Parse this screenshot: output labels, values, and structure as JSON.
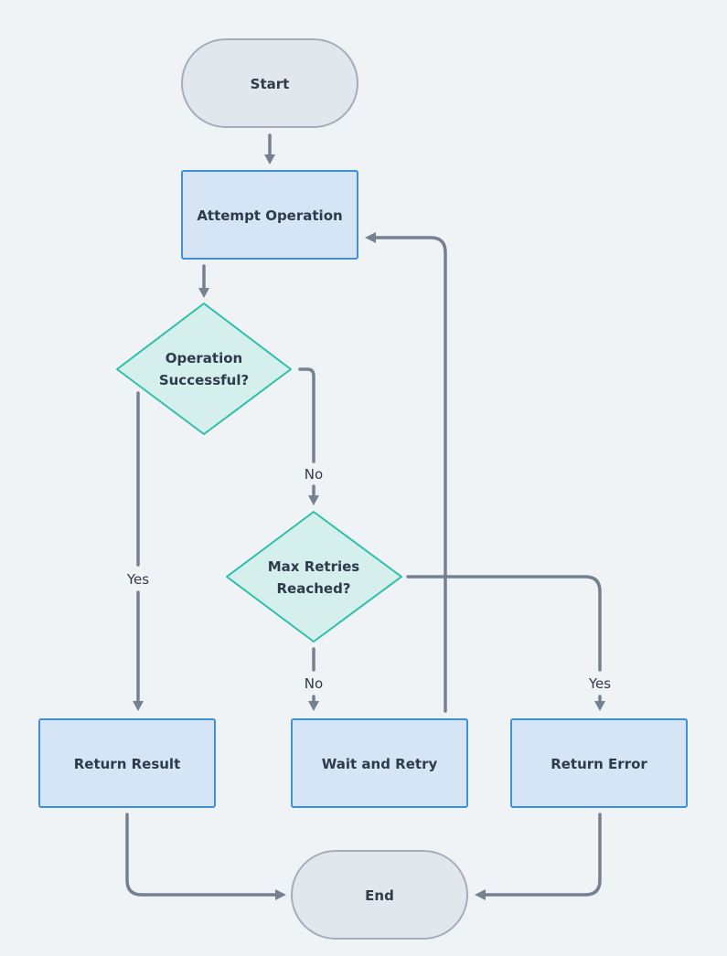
{
  "diagram": {
    "nodes": {
      "start": {
        "label": "Start"
      },
      "attempt": {
        "label": "Attempt Operation"
      },
      "success_decision": {
        "label_line1": "Operation",
        "label_line2": "Successful?"
      },
      "retries_decision": {
        "label_line1": "Max Retries",
        "label_line2": "Reached?"
      },
      "return_result": {
        "label": "Return Result"
      },
      "wait_retry": {
        "label": "Wait and Retry"
      },
      "return_error": {
        "label": "Return Error"
      },
      "end": {
        "label": "End"
      }
    },
    "edges": {
      "success_no": "No",
      "success_yes": "Yes",
      "retries_no": "No",
      "retries_yes": "Yes"
    }
  },
  "colors": {
    "terminal_fill": "#e2e6ed",
    "terminal_stroke": "#a4adba",
    "process_fill": "#d5e5f6",
    "process_stroke": "#3f8fd9",
    "decision_fill": "#d4efec",
    "decision_stroke": "#2ebfaa",
    "edge": "#758190",
    "background": "#f0f3f6"
  }
}
